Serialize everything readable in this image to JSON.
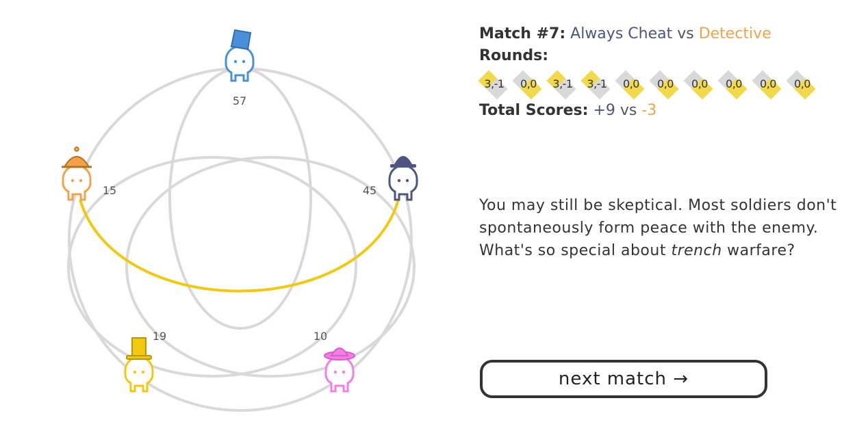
{
  "arena": {
    "players": [
      {
        "id": "always-cheat",
        "score": "57",
        "color": "#4a90d9",
        "hat": "fez"
      },
      {
        "id": "copycat-bowler",
        "score": "45",
        "color": "#4d5580",
        "hat": "bowler"
      },
      {
        "id": "pink-sunhat",
        "score": "10",
        "color": "#f27ee8",
        "hat": "sunhat"
      },
      {
        "id": "yellow-tophat",
        "score": "19",
        "color": "#f2c811",
        "hat": "tophat"
      },
      {
        "id": "detective",
        "score": "15",
        "color": "#f2a34a",
        "hat": "deerstalker"
      }
    ],
    "active_match": [
      "always-cheat-bowler",
      "detective"
    ],
    "colors": {
      "ring": "#d9d9d9",
      "active": "#f2c811"
    }
  },
  "match": {
    "label": "Match #7:",
    "player_a": "Always Cheat",
    "vs": "vs",
    "player_b": "Detective"
  },
  "rounds": {
    "label": "Rounds:",
    "items": [
      {
        "text": "3,-1",
        "a": "#f2d94a",
        "b": "#d9d9d9"
      },
      {
        "text": "0,0",
        "a": "#d9d9d9",
        "b": "#f2d94a"
      },
      {
        "text": "3,-1",
        "a": "#f2d94a",
        "b": "#d9d9d9"
      },
      {
        "text": "3,-1",
        "a": "#f2d94a",
        "b": "#d9d9d9"
      },
      {
        "text": "0,0",
        "a": "#d9d9d9",
        "b": "#f2d94a"
      },
      {
        "text": "0,0",
        "a": "#d9d9d9",
        "b": "#f2d94a"
      },
      {
        "text": "0,0",
        "a": "#d9d9d9",
        "b": "#f2d94a"
      },
      {
        "text": "0,0",
        "a": "#d9d9d9",
        "b": "#f2d94a"
      },
      {
        "text": "0,0",
        "a": "#d9d9d9",
        "b": "#f2d94a"
      },
      {
        "text": "0,0",
        "a": "#d9d9d9",
        "b": "#f2d94a"
      }
    ]
  },
  "totals": {
    "label": "Total Scores:",
    "a": "+9",
    "vs": "vs",
    "b": "-3"
  },
  "story": {
    "line1": "You may still be skeptical. Most soldiers don't",
    "line2": "spontaneously form peace with the enemy.",
    "line3_pre": "What's so special about ",
    "line3_em": "trench",
    "line3_post": " warfare?"
  },
  "button": {
    "label": "next match →"
  }
}
